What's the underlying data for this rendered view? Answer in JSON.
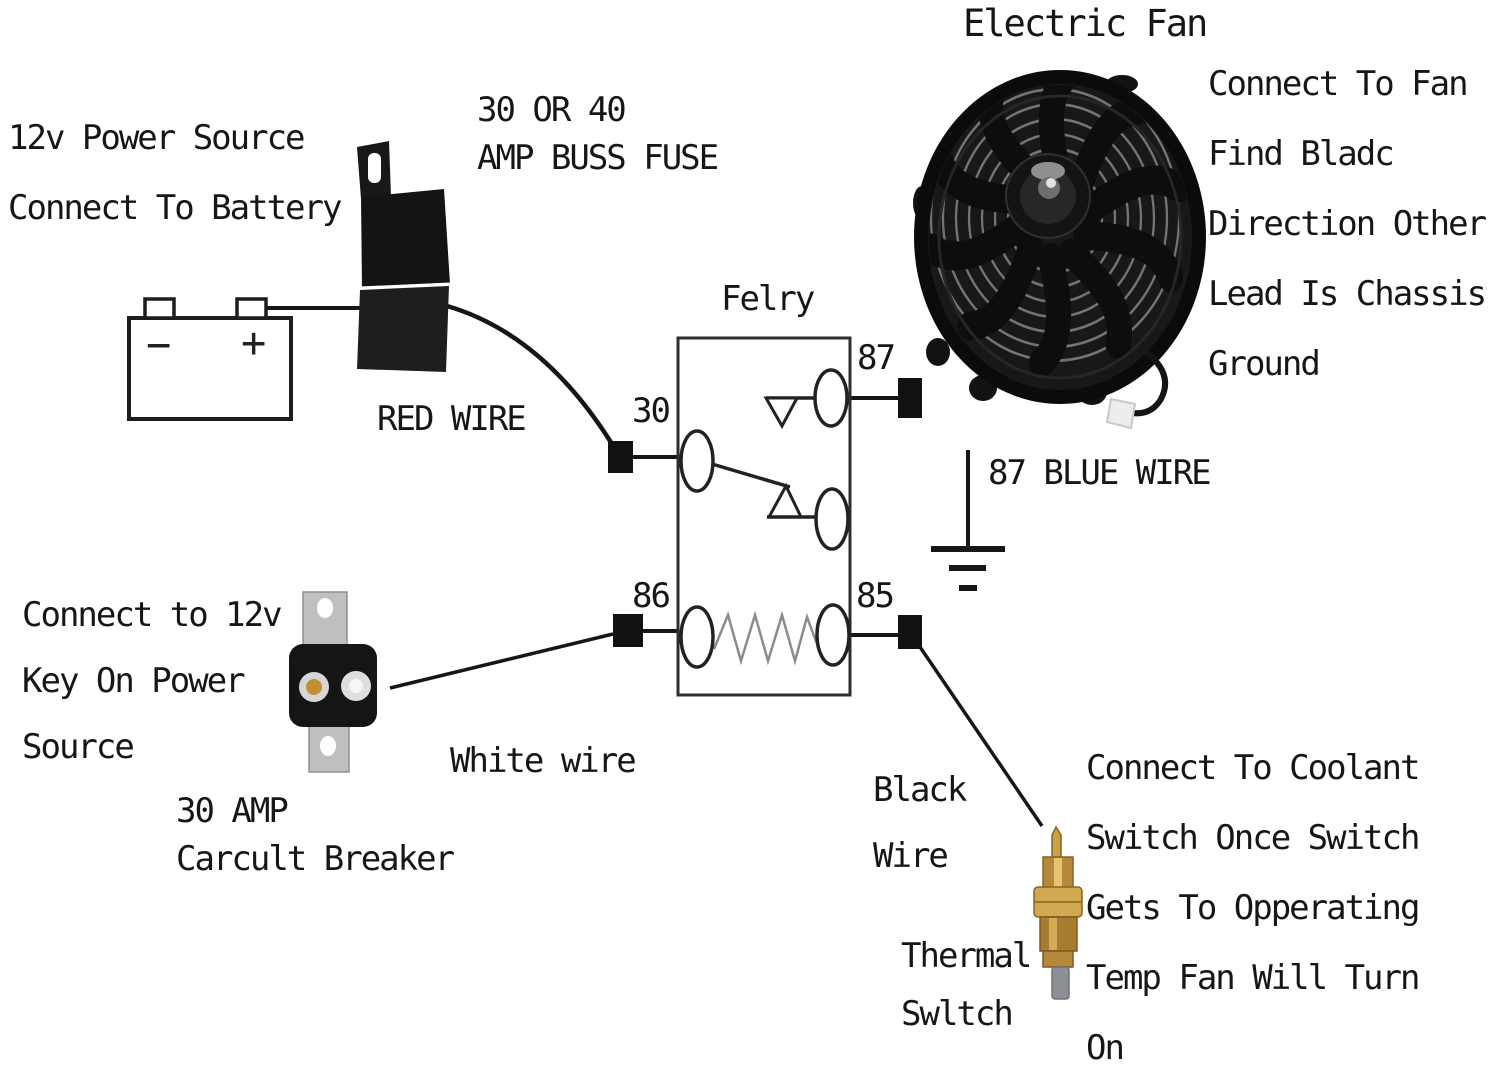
{
  "labels": {
    "power_source": "12v Power Source\nConnect To Battery",
    "buss_fuse": "30 OR 40\nAMP BUSS FUSE",
    "red_wire": "RED WIRE",
    "electric_fan_title": "Electric Fan",
    "fan_note": "Connect To Fan\nFind Bladc\nDirection Other\nLead Is Chassis\nGround",
    "relay_title": "Felry",
    "terminal_30": "30",
    "terminal_87": "87",
    "terminal_86": "86",
    "terminal_85": "85",
    "blue_wire": "87 BLUE WIRE",
    "key_power": "Connect to 12v\nKey On Power\nSource",
    "breaker": "30 AMP\nCarcult Breaker",
    "white_wire": "White wire",
    "black_wire": "Black\nWire",
    "thermal_switch": "Thermal\nSwltch",
    "coolant_note": "Connect To Coolant\nSwitch Once Switch\nGets To Opperating\nTemp Fan Will Turn\nOn",
    "battery_minus": "−",
    "battery_plus": "+"
  },
  "colors": {
    "ink": "#161616",
    "component_black": "#141414",
    "brass": "#c8a045",
    "brass_dark": "#8a6420",
    "sensor_tip": "#8c9094",
    "metal_tab": "#bfbfbf",
    "background": "#ffffff"
  }
}
